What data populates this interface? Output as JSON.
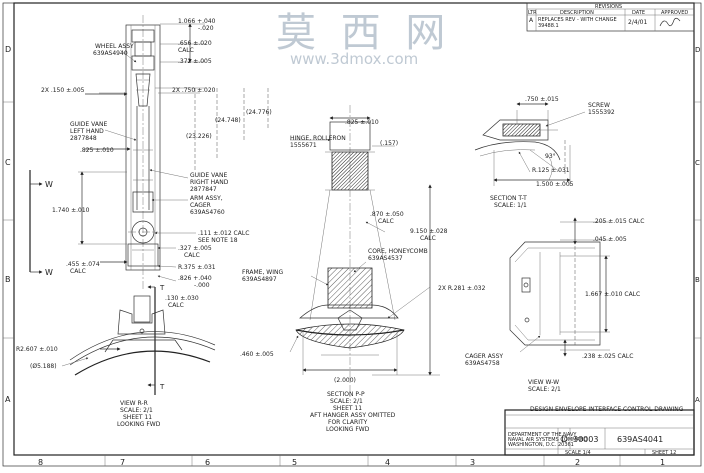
{
  "watermark": {
    "chars": "莫 西 网",
    "url": "www.3dmox.com"
  },
  "revisions": {
    "heading": "REVISIONS",
    "col_ltr": "LTR",
    "col_description": "DESCRIPTION",
    "col_date": "DATE",
    "col_approved": "APPROVED",
    "row_ltr": "A",
    "row_description_1": "REPLACES REV - WITH CHANGE",
    "row_description_2": "39488.1",
    "row_date": "2/4/01"
  },
  "border": {
    "top": [
      "8",
      "7",
      "6",
      "5",
      "4",
      "3",
      "2",
      "1"
    ],
    "bottom": [
      "8",
      "7",
      "6",
      "5",
      "4",
      "3",
      "2",
      "1"
    ],
    "left": [
      "D",
      "C",
      "B",
      "A"
    ],
    "right": [
      "D",
      "C",
      "B",
      "A"
    ]
  },
  "left_view": {
    "wheel_assy_1": "WHEEL ASSY",
    "wheel_assy_2": "639AS4940",
    "dim_1066": "1.066 +.040",
    "dim_1066b": "-.020",
    "dim_656": ".656 ±.020",
    "dim_656b": "CALC",
    "dim_372": ".372 ±.005",
    "dim_2x150": "2X .150 ±.005",
    "dim_2x750": "2X .750 ±.020",
    "dim_23226": "(23.226)",
    "dim_24748": "(24.748)",
    "dim_24776": "(24.776)",
    "guide_left_1": "GUIDE VANE",
    "guide_left_2": "LEFT HAND",
    "guide_left_3": "2877848",
    "dim_825": ".825 ±.010",
    "guide_right_1": "GUIDE VANE",
    "guide_right_2": "RIGHT HAND",
    "guide_right_3": "2877847",
    "arm_1": "ARM ASSY,",
    "arm_2": "CAGER",
    "arm_3": "639AS4760",
    "dim_1740": "1.740 ±.010",
    "dim_111": ".111 ±.012 CALC",
    "note_18": "SEE NOTE 18",
    "dim_327": ".327 ±.005",
    "dim_327b": "CALC",
    "dim_455": ".455 ±.074",
    "dim_455b": "CALC",
    "dim_r375": "R.375 ±.031",
    "dim_826": ".826 +.040",
    "dim_826b": "-.000",
    "arrow_w": "W"
  },
  "section_rr": {
    "t_label": "T",
    "dim_130": ".130 ±.030",
    "dim_130b": "CALC",
    "dim_r2607": "R2.607 ±.010",
    "dim_5188": "(Ø5.188)",
    "title_1": "VIEW R-R",
    "title_2": "SCALE: 2/1",
    "title_3": "SHEET 11",
    "title_4": "LOOKING FWD"
  },
  "section_pp": {
    "hinge_1": "HINGE, ROLLERON",
    "hinge_2": "1555671",
    "dim_825": ".825 ±.010",
    "dim_157": "(.157)",
    "dim_870": ".870 ±.050",
    "dim_870b": "CALC",
    "dim_9150": "9.150 ±.028",
    "dim_9150b": "CALC",
    "core_1": "CORE, HONEYCOMB",
    "core_2": "639AS4537",
    "frame_1": "FRAME, WING",
    "frame_2": "639AS4897",
    "dim_2xr281": "2X R.281 ±.032",
    "dim_460": ".460 ±.005",
    "dim_2000": "(2.000)",
    "title_1": "SECTION P-P",
    "title_2": "SCALE: 2/1",
    "title_3": "SHEET 11",
    "title_4": "AFT HANGER ASSY OMITTED",
    "title_5": "FOR CLARITY",
    "title_6": "LOOKING FWD"
  },
  "section_tt": {
    "dim_750": ".750 ±.015",
    "screw_1": "SCREW",
    "screw_2": "1555392",
    "dim_93": "93°",
    "dim_r125": "R.125 ±.031",
    "dim_1500": "1.500 ±.005",
    "title_1": "SECTION T-T",
    "title_2": "SCALE: 1/1"
  },
  "view_ww": {
    "dim_205": ".205 ±.015 CALC",
    "dim_045": ".045 ±.005",
    "dim_1667": "1.667 ±.010 CALC",
    "cager_1": "CAGER ASSY",
    "cager_2": "639AS4758",
    "dim_238": ".238 ±.025 CALC",
    "title_1": "VIEW W-W",
    "title_2": "SCALE: 2/1"
  },
  "title_block": {
    "title": "DESIGN ENVELOPE INTERFACE CONTROL DRAWING",
    "org_1": "DEPARTMENT OF THE NAVY",
    "org_2": "NAVAL AIR SYSTEMS COMMAND",
    "org_3": "WASHINGTON, D.C. 20361",
    "size": "D",
    "cage": "30003",
    "dwg_no": "639AS4041",
    "scale": "SCALE 1/4",
    "sheet": "SHEET 12"
  }
}
